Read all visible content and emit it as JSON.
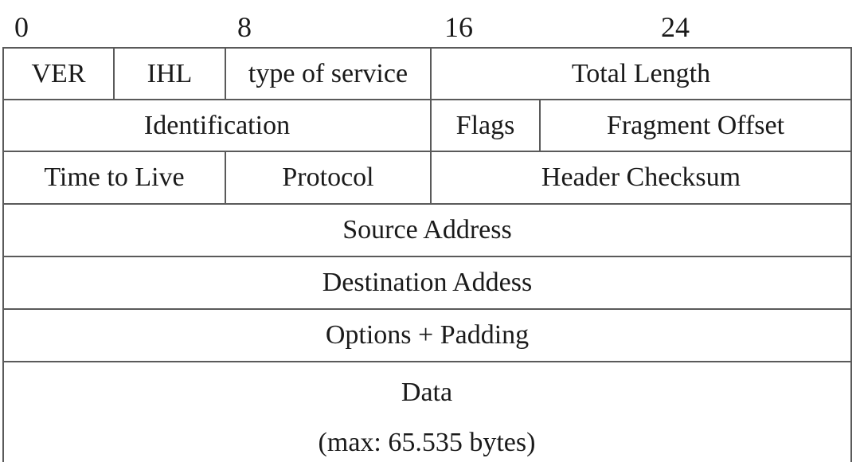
{
  "bit_positions": [
    "0",
    "8",
    "16",
    "24"
  ],
  "rows": [
    [
      "VER",
      "IHL",
      "type of service",
      "Total Length"
    ],
    [
      "Identification",
      "Flags",
      "Fragment Offset"
    ],
    [
      "Time to Live",
      "Protocol",
      "Header Checksum"
    ],
    [
      "Source Address"
    ],
    [
      "Destination Addess"
    ],
    [
      "Options + Padding"
    ]
  ],
  "data_block": {
    "title": "Data",
    "note": "(max: 65.535 bytes)"
  }
}
